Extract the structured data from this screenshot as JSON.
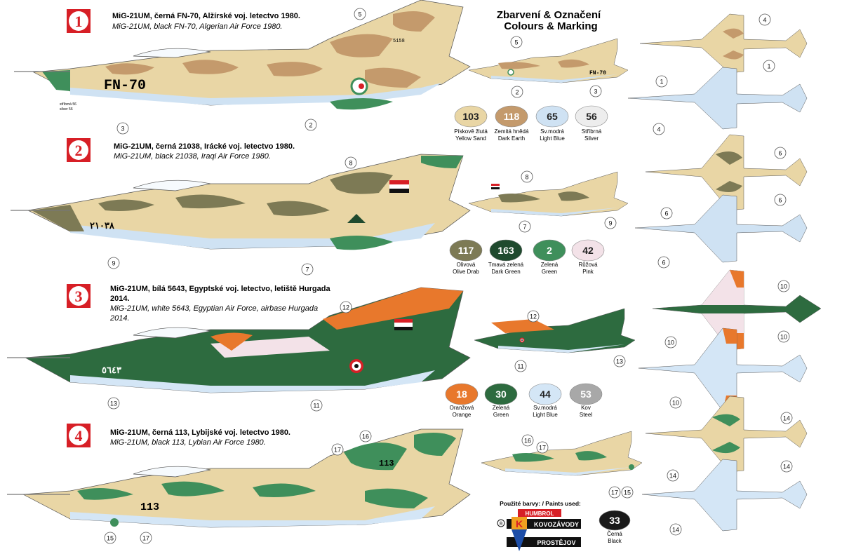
{
  "header": {
    "title_cz": "Zbarvení & Označení",
    "title_en": "Colours & Marking"
  },
  "schemes": [
    {
      "num": "1",
      "title_cz": "MiG-21UM, černá FN-70, Alžírské voj. letectvo 1980.",
      "title_en": "MiG-21UM, black FN-70, Algerian Air Force 1980.",
      "serial": "FN-70",
      "tail_code": "5158"
    },
    {
      "num": "2",
      "title_cz": "MiG-21UM, černá 21038, Irácké voj. letectvo  1980.",
      "title_en": "MiG-21UM, black 21038, Iraqi Air Force  1980.",
      "serial": "٢١٠٣٨"
    },
    {
      "num": "3",
      "title_cz_1": "MiG-21UM, bílá 5643, Egyptské voj. letectvo, letiště Hurgada",
      "title_cz_2": "2014.",
      "title_en_1": "MiG-21UM, white 5643, Egyptian Air Force, airbase Hurgada",
      "title_en_2": "2014.",
      "serial": "٥٦٤٣"
    },
    {
      "num": "4",
      "title_cz": "MiG-21UM, černá 113, Lybijské voj. letectvo 1980.",
      "title_en": "MiG-21UM, black 113, Lybian Air Force 1980.",
      "serial": "113"
    }
  ],
  "silver_note": {
    "cz": "stříbrná 56",
    "en": "silver 56"
  },
  "paints": [
    {
      "num": "103",
      "cz": "Pískově žlutá",
      "en": "Yellow Sand",
      "color": "#e9d6a5",
      "text_color": "#222222"
    },
    {
      "num": "118",
      "cz": "Zemitá hnědá",
      "en": "Dark Earth",
      "color": "#c49a6c",
      "text_color": "#ffffff"
    },
    {
      "num": "65",
      "cz": "Sv.modrá",
      "en": "Light Blue",
      "color": "#cfe2f3",
      "text_color": "#222222"
    },
    {
      "num": "56",
      "cz": "Stříbrná",
      "en": "Silver",
      "color": "#ededed",
      "text_color": "#222222"
    },
    {
      "num": "117",
      "cz": "Olivová",
      "en": "Olive Drab",
      "color": "#7d7a55",
      "text_color": "#ffffff"
    },
    {
      "num": "163",
      "cz": "Tmavá zelená",
      "en": "Dark Green",
      "color": "#1f4a2e",
      "text_color": "#ffffff"
    },
    {
      "num": "2",
      "cz": "Zelená",
      "en": "Green",
      "color": "#3f8f5b",
      "text_color": "#ffffff"
    },
    {
      "num": "42",
      "cz": "Růžová",
      "en": "Pink",
      "color": "#f3e2e8",
      "text_color": "#222222"
    },
    {
      "num": "18",
      "cz": "Oranžová",
      "en": "Orange",
      "color": "#e8782c",
      "text_color": "#ffffff"
    },
    {
      "num": "30",
      "cz": "Zelená",
      "en": "Green",
      "color": "#2d6b3f",
      "text_color": "#ffffff"
    },
    {
      "num": "44",
      "cz": "Sv.modrá",
      "en": "Light Blue",
      "color": "#d4e6f6",
      "text_color": "#222222"
    },
    {
      "num": "53",
      "cz": "Kov",
      "en": "Steel",
      "color": "#a8a8a8",
      "text_color": "#ffffff"
    },
    {
      "num": "33",
      "cz": "Černá",
      "en": "Black",
      "color": "#1a1a1a",
      "text_color": "#ffffff"
    }
  ],
  "paints_used": {
    "label": "Použité barvy: / Paints used:",
    "brand": "HUMBROL",
    "maker_top": "KOVOZÁVODY",
    "maker_bottom": "PROSTĚJOV",
    "reg": "®"
  },
  "callouts": [
    "1",
    "2",
    "3",
    "4",
    "5",
    "6",
    "7",
    "8",
    "9",
    "10",
    "11",
    "12",
    "13",
    "14",
    "15",
    "16",
    "17"
  ]
}
